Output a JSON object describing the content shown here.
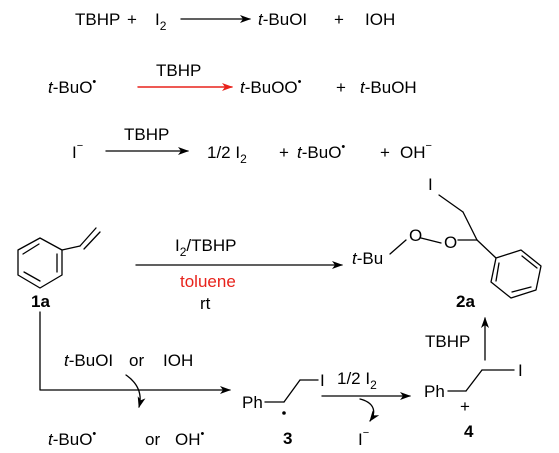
{
  "reaction1": {
    "reactant1": "TBHP",
    "plus1": "+",
    "reactant2_base": "I",
    "reactant2_sub": "2",
    "product1_prefix": "t",
    "product1_rest": "-BuOI",
    "plus2": "+",
    "product2": "IOH"
  },
  "reaction2": {
    "reactant_prefix": "t",
    "reactant_rest": "-BuO",
    "radical_dot": "•",
    "reagent": "TBHP",
    "product1_prefix": "t",
    "product1_rest": "-BuOO",
    "plus": "+",
    "product2_prefix": "t",
    "product2_rest": "-BuOH",
    "arrow_color": "#e8221b"
  },
  "reaction3": {
    "reactant": "I",
    "reactant_charge": "−",
    "reagent": "TBHP",
    "product1": "1/2 I",
    "product1_sub": "2",
    "plus1": "+",
    "product2_prefix": "t",
    "product2_rest": "-BuO",
    "plus2": "+",
    "product3": "OH",
    "product3_charge": "−"
  },
  "main_reaction": {
    "reagent_base": "I",
    "reagent_sub": "2",
    "reagent_rest": "/TBHP",
    "solvent": "toluene",
    "solvent_color": "#e8221b",
    "temperature": "rt",
    "reactant_label": "1a",
    "product_label": "2a",
    "product_iodo": "I",
    "product_o1": "O",
    "product_o2": "O",
    "product_tbu_prefix": "t",
    "product_tbu_rest": "-Bu"
  },
  "mechanism": {
    "initiator_prefix": "t",
    "initiator_rest": "-BuOI",
    "initiator_or": "or",
    "initiator_alt": "IOH",
    "released_prefix": "t",
    "released_rest": "-BuO",
    "released_or": "or",
    "released_alt": "OH",
    "radical_ph": "Ph",
    "radical_iodo": "I",
    "radical_label": "3",
    "oxidant": "1/2 I",
    "oxidant_sub": "2",
    "iodide": "I",
    "iodide_charge": "−",
    "cation_ph": "Ph",
    "cation_iodo": "I",
    "cation_charge": "+",
    "cation_label": "4",
    "final_reagent": "TBHP"
  }
}
